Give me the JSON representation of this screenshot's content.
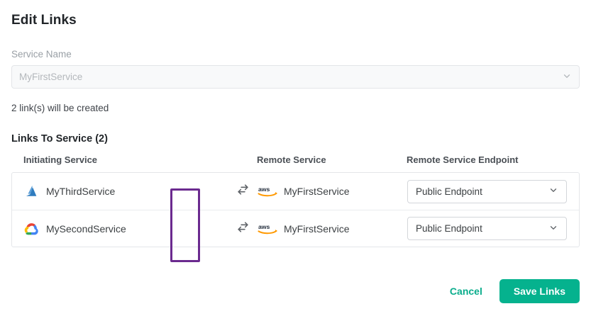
{
  "title": "Edit Links",
  "service_name_field": {
    "label": "Service Name",
    "value": "MyFirstService",
    "icon": "chevron-down-icon",
    "disabled": true
  },
  "info_text": "2 link(s) will be created",
  "section": {
    "heading": "Links To Service (2)",
    "columns": {
      "initiating": "Initiating Service",
      "remote": "Remote Service",
      "endpoint": "Remote Service Endpoint"
    }
  },
  "rows": [
    {
      "initiating_provider": "azure",
      "initiating_service": "MyThirdService",
      "swap_icon": "swap-arrows-icon",
      "remote_provider": "aws",
      "remote_service": "MyFirstService",
      "endpoint_value": "Public Endpoint",
      "endpoint_icon": "chevron-down-icon"
    },
    {
      "initiating_provider": "gcp",
      "initiating_service": "MySecondService",
      "swap_icon": "swap-arrows-icon",
      "remote_provider": "aws",
      "remote_service": "MyFirstService",
      "endpoint_value": "Public Endpoint",
      "endpoint_icon": "chevron-down-icon"
    }
  ],
  "footer": {
    "cancel_label": "Cancel",
    "save_label": "Save Links"
  },
  "colors": {
    "accent_teal": "#05b28e",
    "cancel_teal": "#0aad8c",
    "highlight_purple": "#6b2a8f",
    "aws_orange": "#ff9900",
    "azure_blue": "#2f7cbf",
    "border_grey": "#e4e6e9"
  }
}
